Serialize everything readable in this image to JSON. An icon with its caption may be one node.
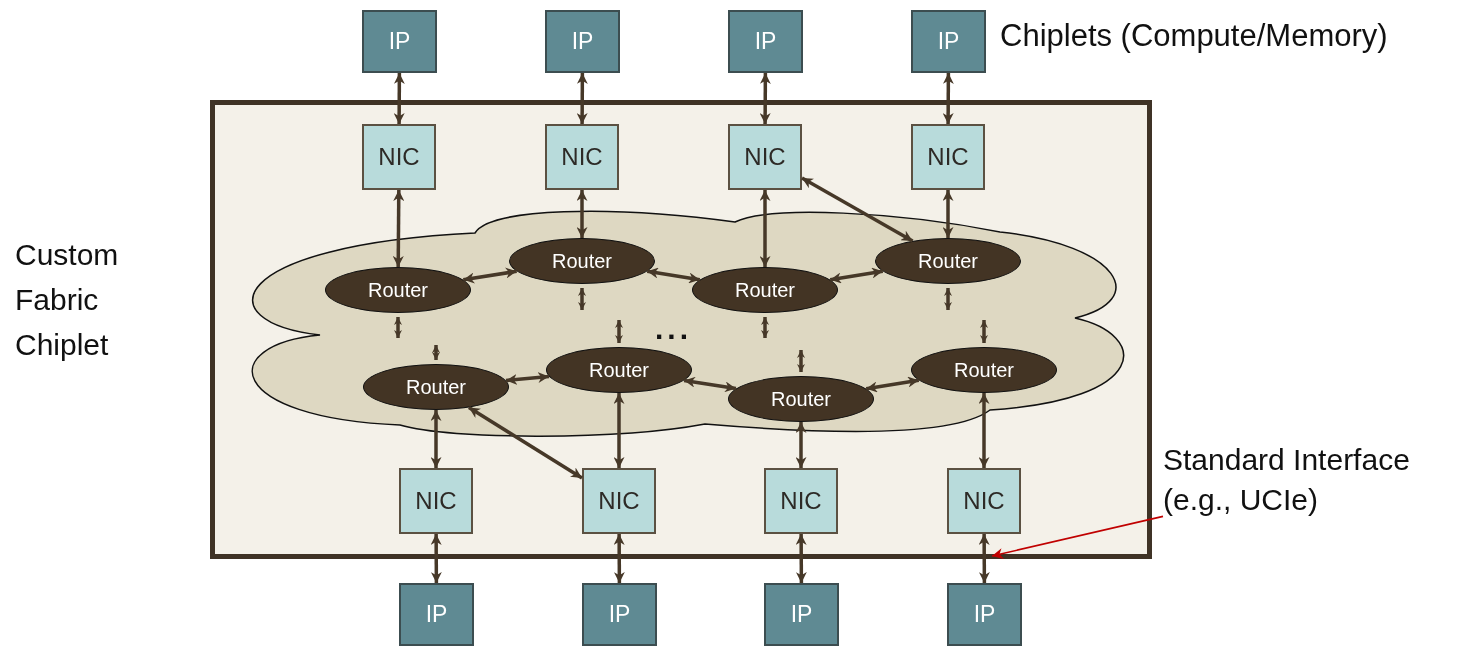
{
  "diagram": {
    "nodes": [
      {
        "text": [
          "IP"
        ]
      },
      {
        "text": [
          "IP"
        ]
      },
      {
        "text": [
          "IP"
        ]
      },
      {
        "text": [
          "IP"
        ]
      },
      {
        "text": [
          "Custom Fabric Chiplet"
        ]
      },
      {
        "text": [
          "NIC"
        ],
        "in": 4
      },
      {
        "text": [
          "NIC"
        ],
        "in": 4
      },
      {
        "text": [
          "NIC"
        ],
        "in": 4
      },
      {
        "text": [
          "NIC"
        ],
        "in": 4
      },
      {
        "text": [],
        "shape": "cloud",
        "in": 4
      },
      {
        "text": [
          "Router"
        ],
        "in": 9
      },
      {
        "text": [
          "Router"
        ],
        "in": 9
      },
      {
        "text": [
          "Router"
        ],
        "in": 9
      },
      {
        "text": [
          "Router"
        ],
        "in": 9
      },
      {
        "text": [
          "Router"
        ],
        "in": 9
      },
      {
        "text": [
          "Router"
        ],
        "in": 9
      },
      {
        "text": [
          "Router"
        ],
        "in": 9
      },
      {
        "text": [
          "Router"
        ],
        "in": 9
      },
      {
        "text": [
          "NIC"
        ],
        "in": 4
      },
      {
        "text": [
          "NIC"
        ],
        "in": 4
      },
      {
        "text": [
          "NIC"
        ],
        "in": 4
      },
      {
        "text": [
          "NIC"
        ],
        "in": 4
      },
      {
        "text": [
          "IP"
        ]
      },
      {
        "text": [
          "IP"
        ]
      },
      {
        "text": [
          "IP"
        ]
      },
      {
        "text": [
          "IP"
        ]
      },
      {
        "text": [
          "Standard Interface (e.g., UCIe)"
        ]
      }
    ],
    "edges": [
      {
        "from": 0,
        "to": 5,
        "arrow": "both"
      },
      {
        "from": 1,
        "to": 6,
        "arrow": "both"
      },
      {
        "from": 2,
        "to": 7,
        "arrow": "both"
      },
      {
        "from": 3,
        "to": 8,
        "arrow": "both"
      },
      {
        "from": 5,
        "to": 10,
        "arrow": "both"
      },
      {
        "from": 6,
        "to": 11,
        "arrow": "both"
      },
      {
        "from": 7,
        "to": 12,
        "arrow": "both"
      },
      {
        "from": 8,
        "to": 13,
        "arrow": "both"
      },
      {
        "from": 7,
        "to": 13,
        "arrow": "both"
      },
      {
        "from": 10,
        "to": 11,
        "arrow": "both"
      },
      {
        "from": 11,
        "to": 12,
        "arrow": "both"
      },
      {
        "from": 12,
        "to": 13,
        "arrow": "both"
      },
      {
        "from": 14,
        "to": 15,
        "arrow": "both"
      },
      {
        "from": 15,
        "to": 16,
        "arrow": "both"
      },
      {
        "from": 16,
        "to": 17,
        "arrow": "both"
      },
      {
        "from": 10,
        "to": null,
        "arrow": "both"
      },
      {
        "from": 14,
        "to": null,
        "arrow": "both"
      },
      {
        "from": 11,
        "to": null,
        "arrow": "both"
      },
      {
        "from": 15,
        "to": null,
        "arrow": "both"
      },
      {
        "from": 12,
        "to": null,
        "arrow": "both"
      },
      {
        "from": 16,
        "to": null,
        "arrow": "both"
      },
      {
        "from": 13,
        "to": null,
        "arrow": "both"
      },
      {
        "from": 17,
        "to": null,
        "arrow": "both"
      },
      {
        "from": 14,
        "to": 18,
        "arrow": "both"
      },
      {
        "from": 14,
        "to": 19,
        "arrow": "both"
      },
      {
        "from": 15,
        "to": 19,
        "arrow": "both"
      },
      {
        "from": 16,
        "to": 20,
        "arrow": "both"
      },
      {
        "from": 17,
        "to": 21,
        "arrow": "both"
      },
      {
        "from": 18,
        "to": 22,
        "arrow": "both"
      },
      {
        "from": 19,
        "to": 23,
        "arrow": "both"
      },
      {
        "from": 20,
        "to": 24,
        "arrow": "both"
      },
      {
        "from": 21,
        "to": 25,
        "arrow": "both"
      },
      {
        "from": 26,
        "to": 4,
        "arrow": "to",
        "color": "#c00000"
      }
    ],
    "labels": [
      "Chiplets (Compute/Memory)",
      "..."
    ]
  }
}
